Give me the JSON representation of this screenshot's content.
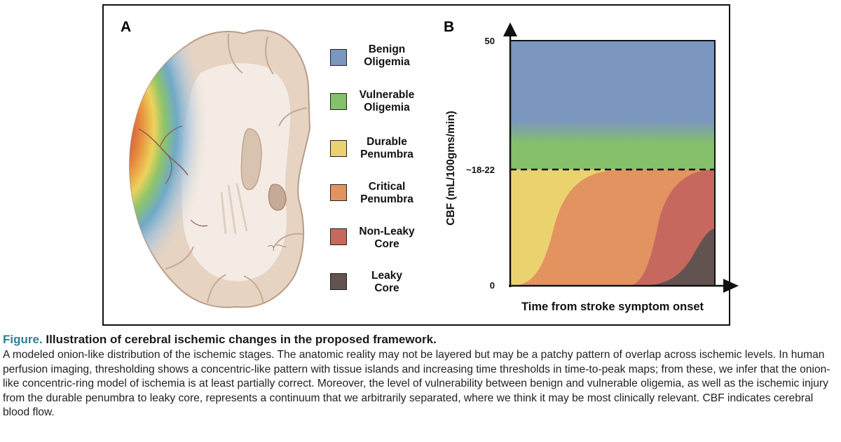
{
  "panel_a": {
    "label": "A"
  },
  "panel_b": {
    "label": "B"
  },
  "legend": [
    {
      "label": "Benign Oligemia",
      "color": "#7b96bf"
    },
    {
      "label": "Vulnerable Oligemia",
      "color": "#86c06a"
    },
    {
      "label": "Durable Penumbra",
      "color": "#ead36f"
    },
    {
      "label": "Critical Penumbra",
      "color": "#e2935f"
    },
    {
      "label": "Non-Leaky Core",
      "color": "#c7685e"
    },
    {
      "label": "Leaky Core",
      "color": "#625350"
    }
  ],
  "chart_data": {
    "type": "area",
    "ylabel": "CBF (mL/100gms/min)",
    "xlabel": "Time from stroke symptom onset",
    "y_ticks": [
      "50",
      "~18-22",
      "0"
    ],
    "threshold_label": "~18-22",
    "colors": {
      "benign": "#7b96bf",
      "vulnerable": "#86c06a",
      "durable": "#ead36f",
      "critical": "#e2935f",
      "nonleaky": "#c7685e",
      "leaky": "#625350"
    }
  },
  "caption": {
    "figure_word": "Figure.",
    "title": "Illustration of cerebral ischemic changes in the proposed framework.",
    "body": "A modeled onion-like distribution of the ischemic stages. The anatomic reality may not be layered but may be a patchy pattern of overlap across ischemic levels. In human perfusion imaging, thresholding shows a concentric-like pattern with tissue islands and increasing time thresholds in time-to-peak maps; from these, we infer that the onion-like concentric-ring model of ischemia is at least partially correct. Moreover, the level of vulnerability between benign and vulnerable oligemia, as well as the ischemic injury from the durable penumbra to leaky core, represents a continuum that we arbitrarily separated, where we think it may be most clinically relevant. CBF indicates cerebral blood flow."
  }
}
